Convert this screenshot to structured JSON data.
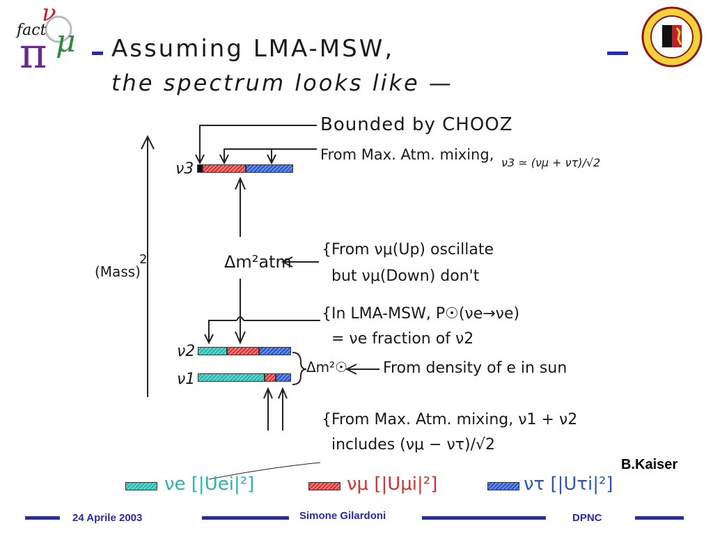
{
  "header": {
    "logo_left_text": "fact",
    "title_line1": "Assuming LMA-MSW,",
    "title_line2": "the spectrum looks like —"
  },
  "diagram": {
    "y_axis_label": "(Mass)",
    "y_axis_exp": "2",
    "nu3": "ν3",
    "nu2": "ν2",
    "nu1": "ν1",
    "bounded_by": "Bounded by CHOOZ",
    "from_max_atm_top": "From Max. Atm. mixing,",
    "nu3_relation": "ν3 ≃ (νμ + ντ)/√2",
    "dm_atm": "Δm²atm",
    "atm_note_1": "{From νμ(Up) oscillate",
    "atm_note_2": "but νμ(Down) don't",
    "lma_note_1": "{In LMA-MSW, P☉(νe→νe)",
    "lma_note_2": "= νe fraction of ν2",
    "dm_sun": "Δm²☉",
    "sun_note": "From density of e in sun",
    "bottom_note_1": "{From Max. Atm. mixing, ν1 + ν2",
    "bottom_note_2": "includes (νμ − ντ)/√2"
  },
  "legend": {
    "item1": "νe [|Uei|²]",
    "item2": "νμ [|Uμi|²]",
    "item3": "ντ [|Uτi|²]"
  },
  "credit": "B.Kaiser",
  "footer": {
    "date": "24 Aprile 2003",
    "author": "Simone Gilardoni",
    "institute": "DPNC"
  },
  "colors": {
    "accent": "#2a2ab0",
    "nu_e": "#2bb4ac",
    "nu_mu": "#d73030",
    "nu_tau": "#2a55c8"
  }
}
